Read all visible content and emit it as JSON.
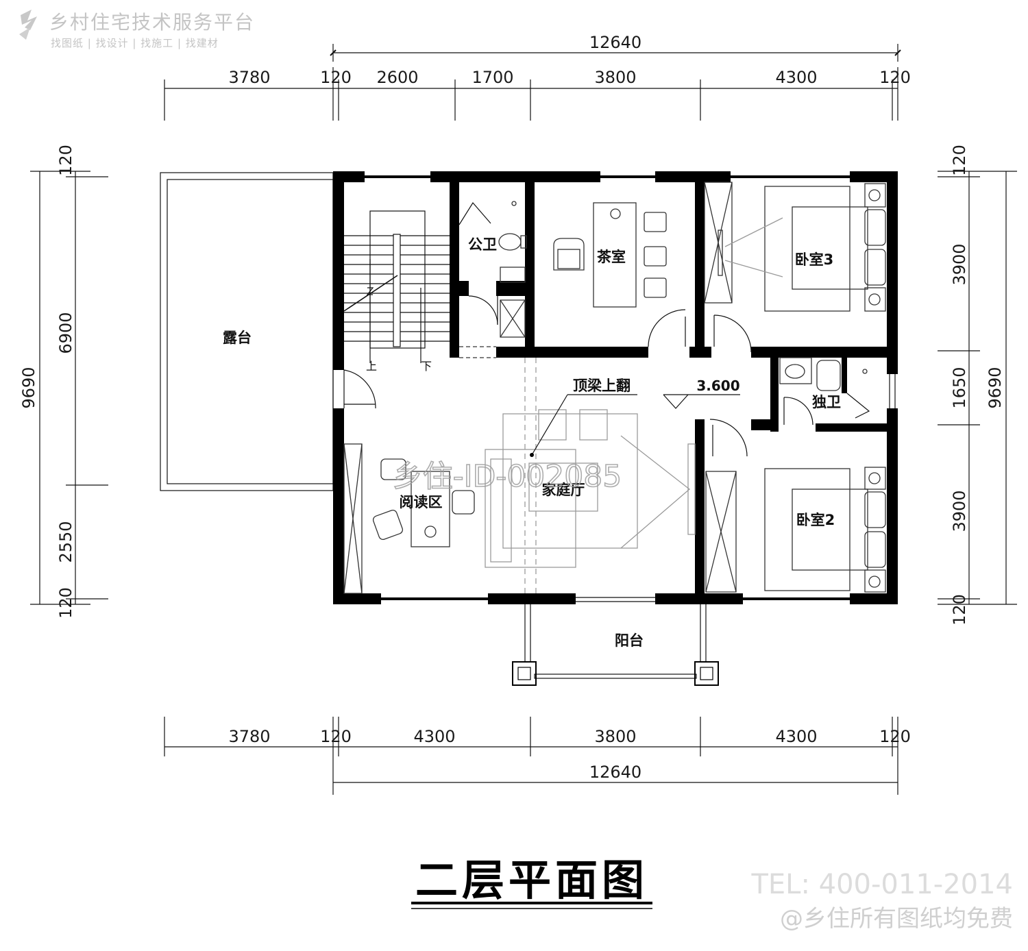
{
  "header": {
    "platform_name": "乡村住宅技术服务平台",
    "slogan": "找图纸 | 找设计 | 找施工 | 找建材"
  },
  "plan": {
    "title": "二层平面图",
    "elevation": "3.600",
    "beam_note": "顶梁上翻",
    "watermark": "乡住-ID-002085",
    "rooms": {
      "terrace": "露台",
      "public_bath": "公卫",
      "tea_room": "茶室",
      "bedroom3": "卧室3",
      "private_bath": "独卫",
      "family_hall": "家庭厅",
      "reading": "阅读区",
      "bedroom2": "卧室2",
      "balcony": "阳台"
    },
    "stair": {
      "up": "上",
      "down": "下"
    }
  },
  "dimensions": {
    "top_total": "12640",
    "top_segments": [
      "3780",
      "120",
      "2600",
      "1700",
      "3800",
      "4300",
      "120"
    ],
    "bottom_total": "12640",
    "bottom_segments": [
      "3780",
      "120",
      "4300",
      "3800",
      "4300",
      "120"
    ],
    "left_total": "9690",
    "left_segments": [
      "120",
      "6900",
      "2550",
      "120"
    ],
    "right_total": "9690",
    "right_segments": [
      "120",
      "3900",
      "1650",
      "3900",
      "120"
    ]
  },
  "footer": {
    "tel": "TEL: 400-011-2014",
    "note": "@乡住所有图纸均免费"
  }
}
